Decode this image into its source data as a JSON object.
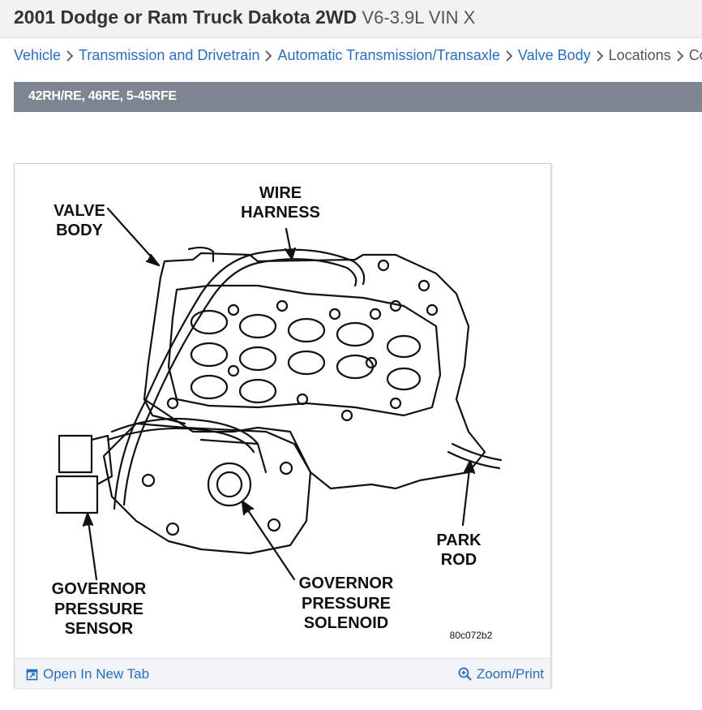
{
  "header": {
    "title": "2001 Dodge or Ram Truck Dakota 2WD",
    "subtitle": "V6-3.9L VIN X"
  },
  "breadcrumb": [
    {
      "label": "Vehicle"
    },
    {
      "label": "Transmission and Drivetrain"
    },
    {
      "label": "Automatic Transmission/Transaxle"
    },
    {
      "label": "Valve Body"
    },
    {
      "label": "Locations"
    },
    {
      "label": "Co"
    }
  ],
  "section": {
    "title": "42RH/RE, 46RE, 5-45RFE"
  },
  "figure": {
    "labels": {
      "valve_body_1": "VALVE",
      "valve_body_2": "BODY",
      "wire_1": "WIRE",
      "wire_2": "HARNESS",
      "park_1": "PARK",
      "park_2": "ROD",
      "gps_1": "GOVERNOR",
      "gps_2": "PRESSURE",
      "gps_3": "SENSOR",
      "gpsol_1": "GOVERNOR",
      "gpsol_2": "PRESSURE",
      "gpsol_3": "SOLENOID",
      "code": "80c072b2"
    },
    "open_tab_label": "Open In New Tab",
    "zoom_label": "Zoom/Print"
  },
  "colors": {
    "link": "#2a6ebb",
    "section_bar": "#7c8590",
    "header_bg": "#f2f2f2"
  }
}
